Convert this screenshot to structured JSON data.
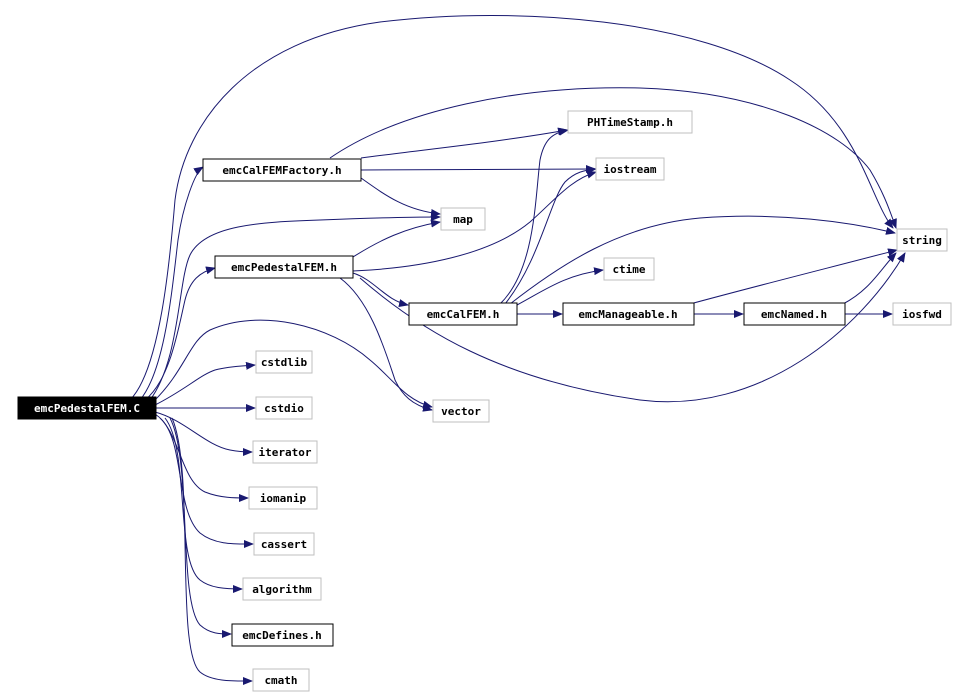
{
  "diagram": {
    "colors": {
      "edge": "#191970",
      "root_fill": "#000000",
      "root_text": "#ffffff",
      "documented_border": "#000000",
      "external_border": "#bfbfbf",
      "node_text": "#000000"
    },
    "nodes": {
      "root": "emcPedestalFEM.C",
      "emcCalFEMFactory_h": "emcCalFEMFactory.h",
      "emcPedestalFEM_h": "emcPedestalFEM.h",
      "PHTimeStamp_h": "PHTimeStamp.h",
      "iostream": "iostream",
      "map": "map",
      "string": "string",
      "ctime": "ctime",
      "emcCalFEM_h": "emcCalFEM.h",
      "emcManageable_h": "emcManageable.h",
      "emcNamed_h": "emcNamed.h",
      "iosfwd": "iosfwd",
      "vector": "vector",
      "cstdlib": "cstdlib",
      "cstdio": "cstdio",
      "iterator": "iterator",
      "iomanip": "iomanip",
      "cassert": "cassert",
      "algorithm": "algorithm",
      "emcDefines_h": "emcDefines.h",
      "cmath": "cmath"
    }
  }
}
